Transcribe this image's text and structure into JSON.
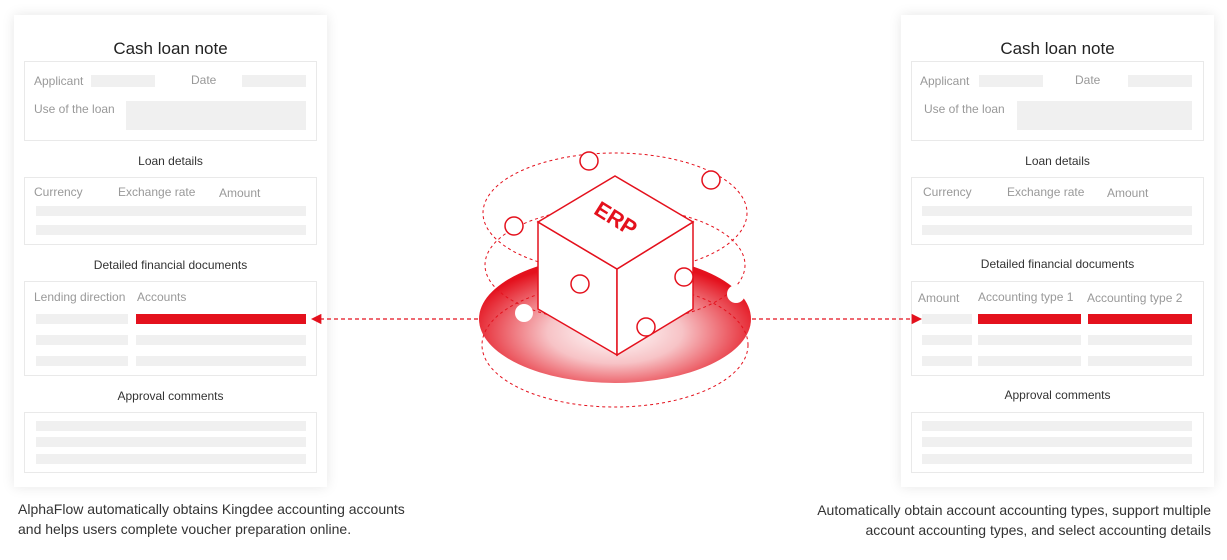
{
  "left_card": {
    "title": "Cash loan note",
    "applicant_label": "Applicant",
    "date_label": "Date",
    "use_label": "Use of the loan",
    "loan_details_title": "Loan details",
    "currency_label": "Currency",
    "exchange_label": "Exchange rate",
    "amount_label": "Amount",
    "docs_title": "Detailed financial documents",
    "col1_label": "Lending direction",
    "col2_label": "Accounts",
    "approval_title": "Approval comments"
  },
  "right_card": {
    "title": "Cash loan note",
    "applicant_label": "Applicant",
    "date_label": "Date",
    "use_label": "Use of the loan",
    "loan_details_title": "Loan details",
    "currency_label": "Currency",
    "exchange_label": "Exchange rate",
    "amount_label": "Amount",
    "docs_title": "Detailed financial documents",
    "col1_label": "Amount",
    "col2_label": "Accounting type 1",
    "col3_label": "Accounting type 2",
    "approval_title": "Approval comments"
  },
  "center": {
    "cube_label": "ERP"
  },
  "captions": {
    "left_line1": "AlphaFlow automatically obtains Kingdee accounting accounts",
    "left_line2": "and helps users complete voucher preparation online.",
    "right_line1": "Automatically obtain account accounting types, support multiple",
    "right_line2": "account accounting types, and select accounting details"
  },
  "colors": {
    "accent": "#e4111d",
    "placeholder": "#f0f0f0"
  }
}
